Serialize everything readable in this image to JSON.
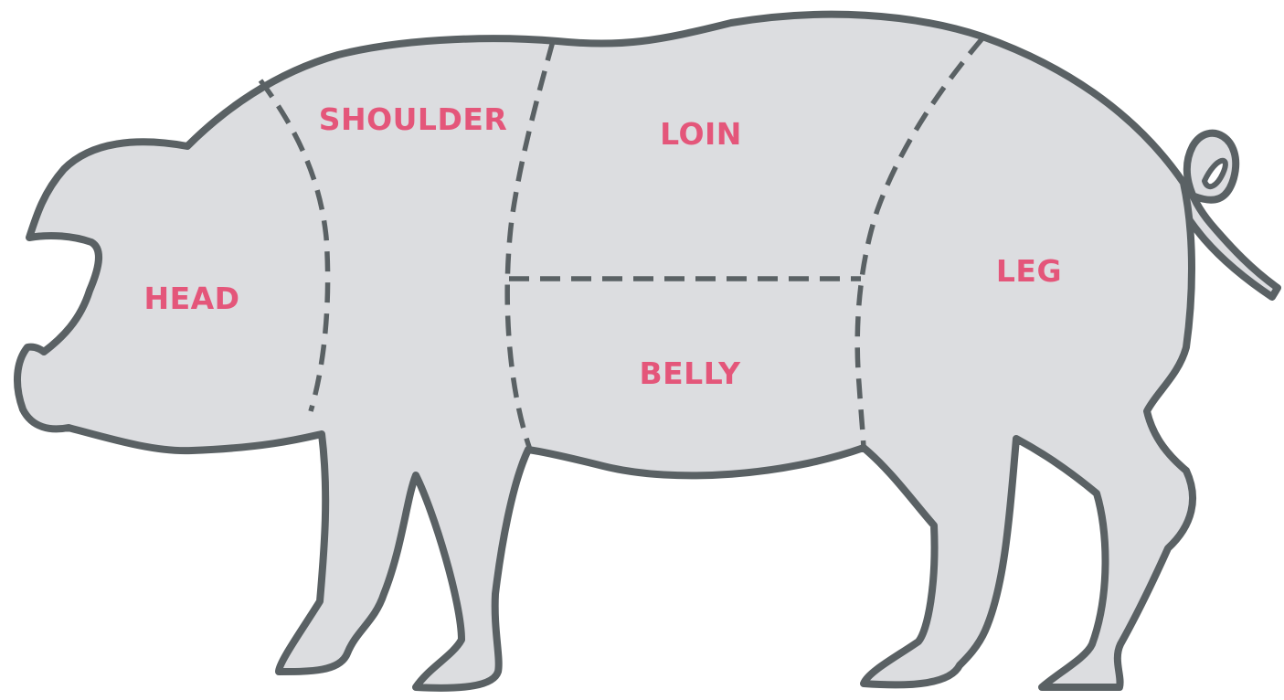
{
  "colors": {
    "fill": "#dcdde0",
    "outline": "#5a6164",
    "label": "#e4567a",
    "background": "#ffffff"
  },
  "cuts": [
    {
      "id": "head",
      "label": "HEAD"
    },
    {
      "id": "shoulder",
      "label": "SHOULDER"
    },
    {
      "id": "loin",
      "label": "LOIN"
    },
    {
      "id": "belly",
      "label": "BELLY"
    },
    {
      "id": "leg",
      "label": "LEG"
    }
  ]
}
